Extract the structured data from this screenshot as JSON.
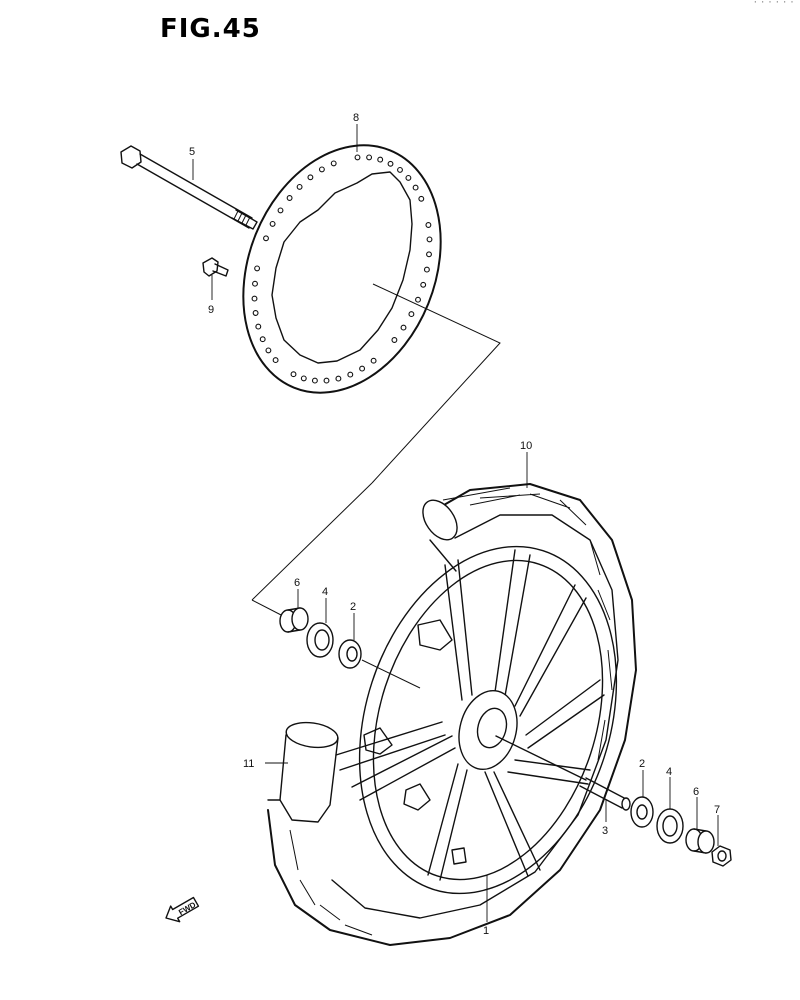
{
  "figure": {
    "title": "FIG.45",
    "corner_text": "· · · ·  · ·"
  },
  "fwd_label": "FWD",
  "callouts": {
    "c1": "1",
    "c2a": "2",
    "c2b": "2",
    "c3": "3",
    "c4a": "4",
    "c4b": "4",
    "c5": "5",
    "c6a": "6",
    "c6b": "6",
    "c7": "7",
    "c8": "8",
    "c9": "9",
    "c10": "10",
    "c11": "11"
  },
  "parts": [
    {
      "ref": "1",
      "name": "wheel"
    },
    {
      "ref": "2",
      "name": "bearing"
    },
    {
      "ref": "3",
      "name": "spacer"
    },
    {
      "ref": "4",
      "name": "oil seal"
    },
    {
      "ref": "5",
      "name": "axle"
    },
    {
      "ref": "6",
      "name": "collar"
    },
    {
      "ref": "7",
      "name": "nut"
    },
    {
      "ref": "8",
      "name": "brake disc"
    },
    {
      "ref": "9",
      "name": "bolt"
    },
    {
      "ref": "10",
      "name": "tire"
    },
    {
      "ref": "11",
      "name": "tube"
    }
  ]
}
